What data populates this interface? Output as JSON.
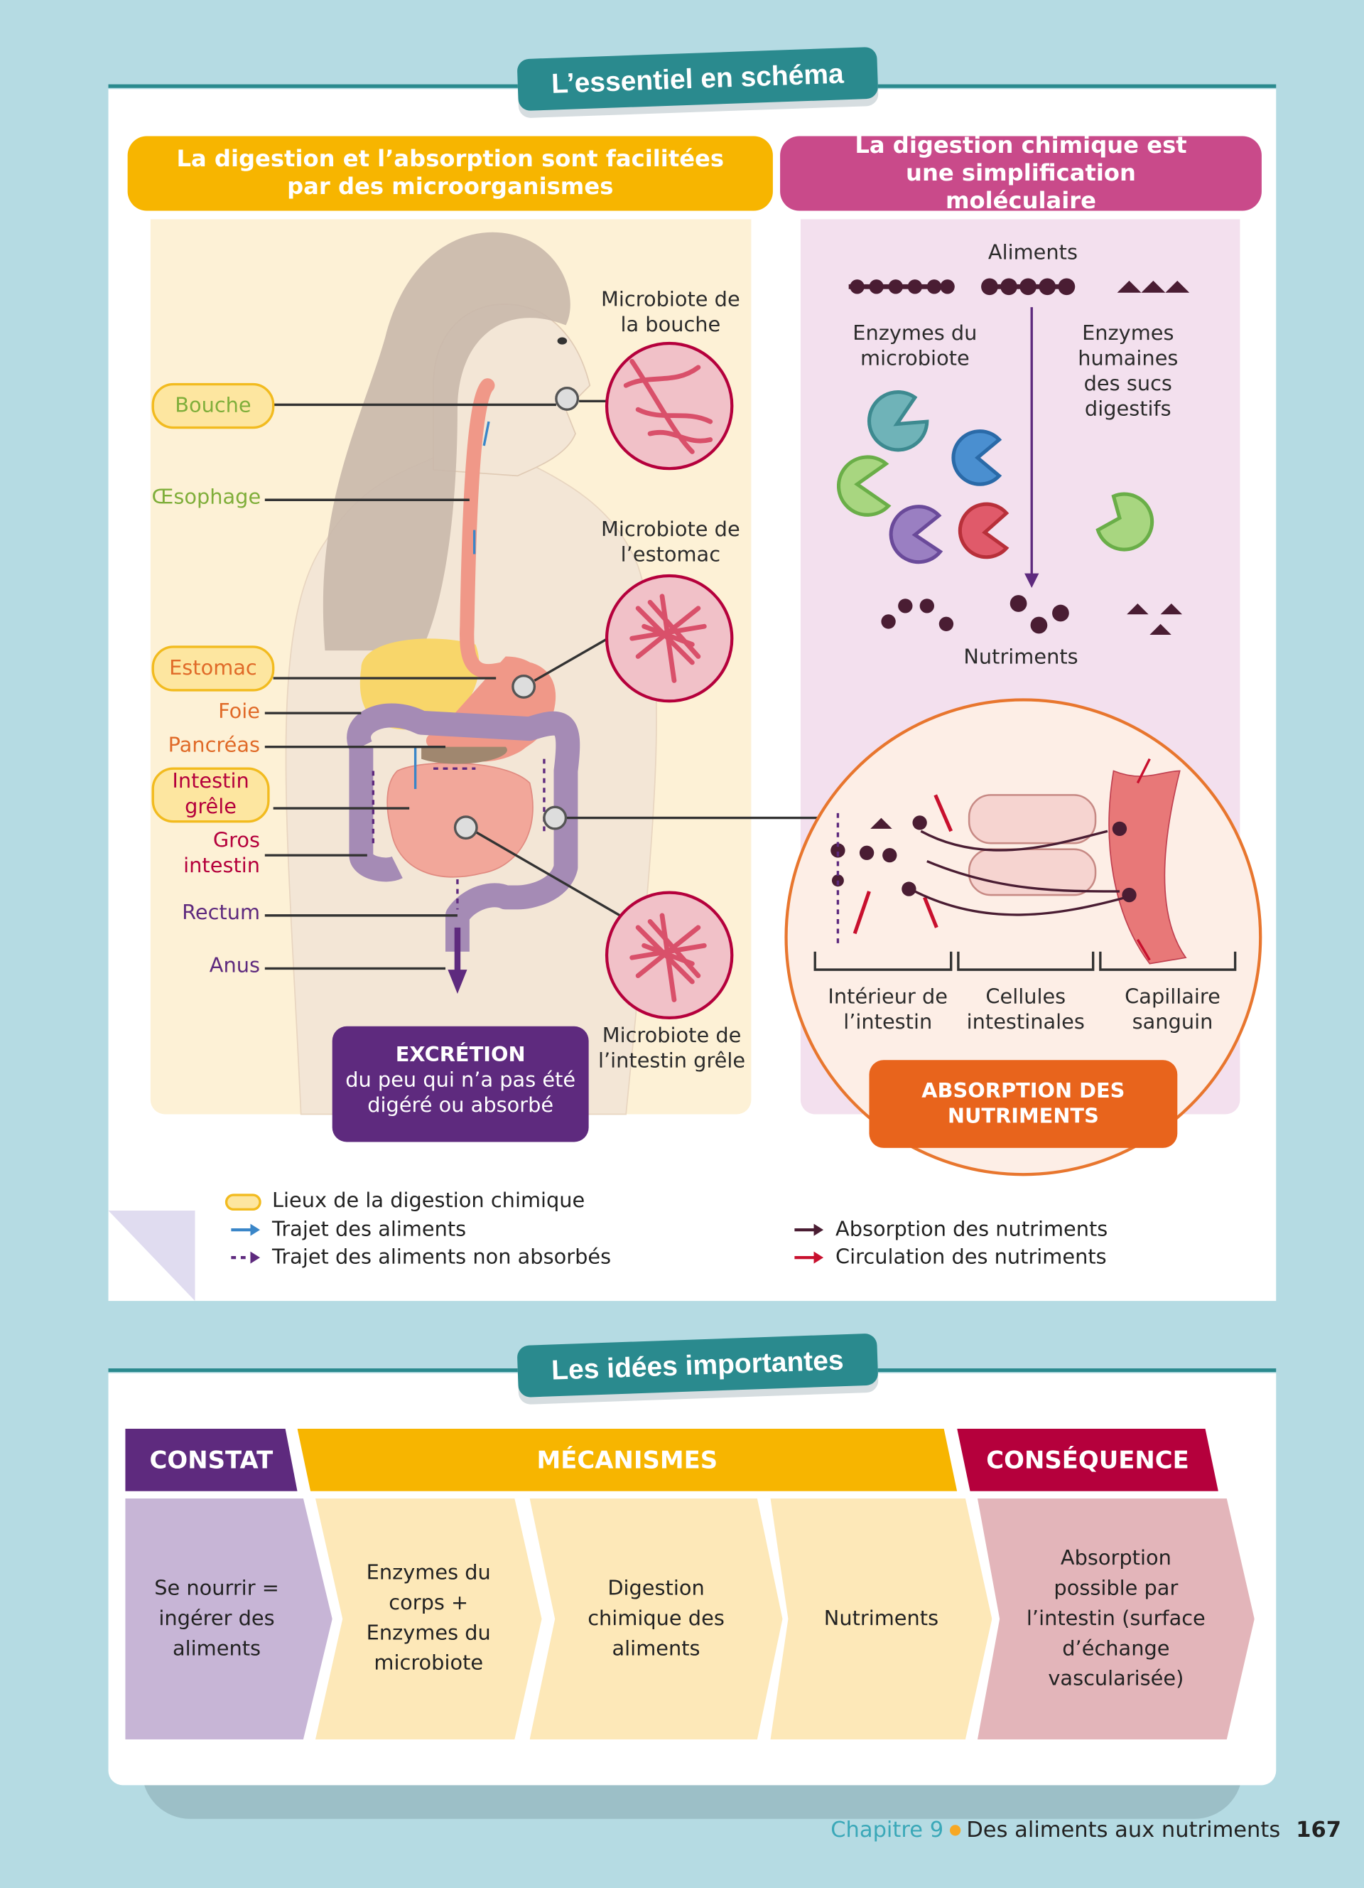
{
  "section1": {
    "title": "L’essentiel en schéma",
    "left_header": "La digestion et l’absorption sont facilitées par des microorganismes",
    "right_header": "La digestion chimique est une simplification moléculaire",
    "organs": {
      "bouche": "Bouche",
      "oesophage": "Œsophage",
      "estomac": "Estomac",
      "foie": "Foie",
      "pancreas": "Pancréas",
      "intestin_grele": "Intestin grêle",
      "gros_intestin": "Gros intestin",
      "rectum": "Rectum",
      "anus": "Anus"
    },
    "microbiotes": {
      "bouche": "Microbiote de la bouche",
      "estomac": "Microbiote de l’estomac",
      "intestin": "Microbiote de l’intestin grêle"
    },
    "excretion": {
      "title": "EXCRÉTION",
      "text": "du peu qui n’a pas été digéré ou absorbé"
    },
    "chemical": {
      "aliments": "Aliments",
      "enzymes_microbiote": "Enzymes du microbiote",
      "enzymes_humaines": "Enzymes humaines des sucs digestifs",
      "nutriments": "Nutriments"
    },
    "absorption": {
      "interieur": "Intérieur de l’intestin",
      "cellules": "Cellules intestinales",
      "capillaire": "Capillaire sanguin",
      "badge": "ABSORPTION DES NUTRIMENTS"
    },
    "legend": [
      {
        "label": "Lieux de la digestion chimique",
        "symbol": "yellow-pill"
      },
      {
        "label": "Trajet des aliments",
        "symbol": "blue-arrow"
      },
      {
        "label": "Trajet des aliments non absorbés",
        "symbol": "purple-dashed-arrow"
      },
      {
        "label": "Absorption des nutriments",
        "symbol": "dark-arrow"
      },
      {
        "label": "Circulation des nutriments",
        "symbol": "red-arrow"
      }
    ]
  },
  "section2": {
    "title": "Les idées importantes",
    "headers": {
      "constat": "CONSTAT",
      "mecanismes": "MÉCANISMES",
      "consequence": "CONSÉQUENCE"
    },
    "steps": [
      "Se nourrir = ingérer des aliments",
      "Enzymes du corps + Enzymes du microbiote",
      "Digestion chimique des aliments",
      "Nutriments",
      "Absorption possible par l’intestin (surface d’échange vascularisée)"
    ]
  },
  "footer": {
    "chapter": "Chapitre 9",
    "title": "Des aliments aux nutriments",
    "page": "167"
  },
  "colors": {
    "teal": "#2a8a8e",
    "yellow": "#f7b500",
    "pink": "#c94a8a",
    "purple": "#5e2a7e",
    "crimson": "#b5003c",
    "orange": "#e8641c"
  }
}
